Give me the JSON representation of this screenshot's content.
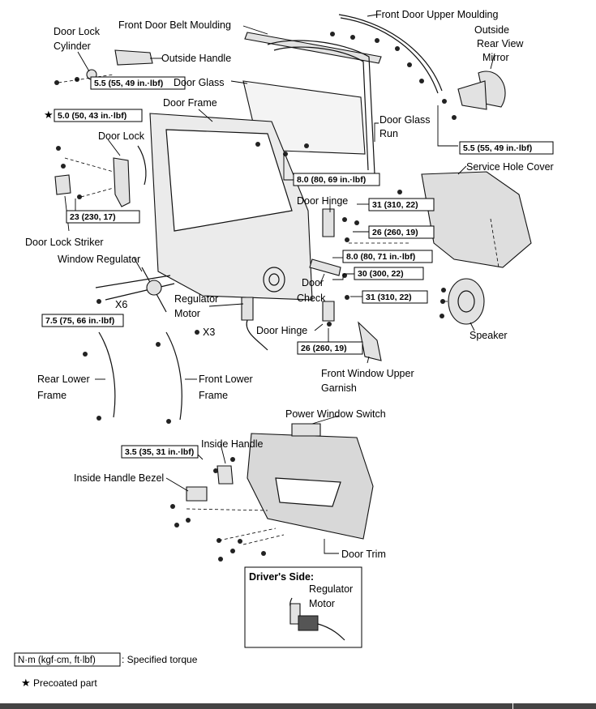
{
  "labels": {
    "door_lock_cylinder": [
      "Door Lock",
      "Cylinder"
    ],
    "front_door_belt_moulding": "Front Door Belt Moulding",
    "front_door_upper_moulding": "Front Door Upper Moulding",
    "outside_handle": "Outside Handle",
    "outside_rear_view_mirror": [
      "Outside",
      "Rear View",
      "Mirror"
    ],
    "door_glass": "Door Glass",
    "door_frame": "Door Frame",
    "door_glass_run": [
      "Door Glass",
      "Run"
    ],
    "door_lock": "Door Lock",
    "service_hole_cover": "Service Hole Cover",
    "door_hinge_upper": "Door Hinge",
    "door_lock_striker": "Door Lock Striker",
    "window_regulator": "Window Regulator",
    "door_check": [
      "Door",
      "Check"
    ],
    "regulator_motor": [
      "Regulator",
      "Motor"
    ],
    "x6": "X6",
    "x3": "X3",
    "door_hinge_lower": "Door Hinge",
    "speaker": "Speaker",
    "rear_lower_frame": [
      "Rear Lower",
      "Frame"
    ],
    "front_lower_frame": [
      "Front Lower",
      "Frame"
    ],
    "front_window_upper_garnish": [
      "Front Window Upper",
      "Garnish"
    ],
    "power_window_switch": "Power Window Switch",
    "inside_handle": "Inside Handle",
    "inside_handle_bezel": "Inside Handle Bezel",
    "door_trim": "Door Trim",
    "drivers_side": "Driver's Side:",
    "drivers_side_regulator_motor": [
      "Regulator",
      "Motor"
    ]
  },
  "torque": {
    "outside_handle": "5.5 (55, 49 in.·lbf)",
    "door_lock_precoated": "5.0 (50, 43 in.·lbf)",
    "mirror": "5.5 (55, 49 in.·lbf)",
    "door_glass": "8.0 (80, 69 in.·lbf)",
    "hinge_upper_body": "31 (310, 22)",
    "hinge_upper_door": "26 (260, 19)",
    "door_check_door": "8.0 (80, 71 in.·lbf)",
    "door_check_body": "30 (300, 22)",
    "hinge_lower_body": "31 (310, 22)",
    "hinge_lower_door": "26 (260, 19)",
    "striker": "23 (230, 17)",
    "regulator": "7.5 (75, 66 in.·lbf)",
    "inside_handle": "3.5 (35, 31 in.·lbf)"
  },
  "legend": {
    "torque_box": "N·m (kgf·cm, ft·lbf)",
    "torque_desc": ": Specified torque",
    "precoated_symbol": "★",
    "precoated_desc": "Precoated part"
  }
}
